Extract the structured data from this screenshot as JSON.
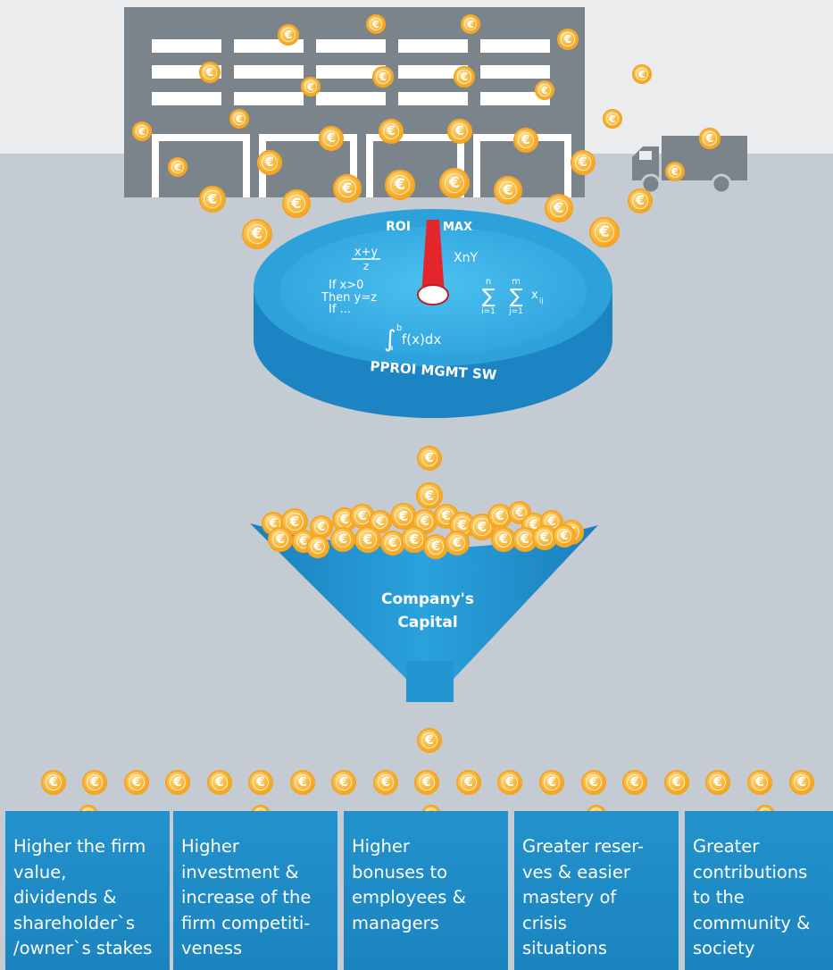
{
  "colors": {
    "ground": "#c5cbd2",
    "sky": "#ebeced",
    "building": "#7b848b",
    "window": "#ffffff",
    "disk_top": "#3fb4ea",
    "disk_side": "#1c84c2",
    "pointer": "#e3262b",
    "funnel": "#1e8fcd",
    "coin_gold": "#f7b02c",
    "box_blue": "#1f8cc8"
  },
  "icons": {
    "building": "warehouse-icon",
    "truck": "delivery-truck-icon",
    "coin": "euro-coin-icon",
    "funnel": "funnel-icon",
    "dial": "dial-gauge-icon"
  },
  "coin_symbol": "€",
  "disk": {
    "top_left_label": "ROI",
    "top_right_label": "MAX",
    "brand_label": "PPROI MGMT SW",
    "formula_fraction_numerator": "x+y",
    "formula_fraction_denominator": "z",
    "formula_intersection": "XnY",
    "formula_condition_line1": "If x>0",
    "formula_condition_line2": "Then y=z",
    "formula_condition_line3": "If ...",
    "formula_sum_upper_1": "n",
    "formula_sum_upper_2": "m",
    "formula_sum_lower_1": "i=1",
    "formula_sum_lower_2": "j=1",
    "formula_sum_term": "x",
    "formula_sum_subscript": "ij",
    "formula_integral_upper": "b",
    "formula_integral_lower": "a",
    "formula_integral_body": "f(x)dx"
  },
  "funnel": {
    "label_line1": "Company's",
    "label_line2": "Capital"
  },
  "outcomes": [
    {
      "text": "Higher the firm\nvalue,\ndividends &\nshareholder`s\n/owner`s stakes"
    },
    {
      "text": "Higher\ninvestment &\nincrease of the\nfirm competiti-\nveness"
    },
    {
      "text": "Higher\nbonuses to\nemployees &\nmanagers"
    },
    {
      "text": "Greater reser-\nves & easier\nmastery of\ncrisis\nsituations"
    },
    {
      "text": "Greater\ncontributions\nto the\ncommunity &\nsociety"
    }
  ]
}
